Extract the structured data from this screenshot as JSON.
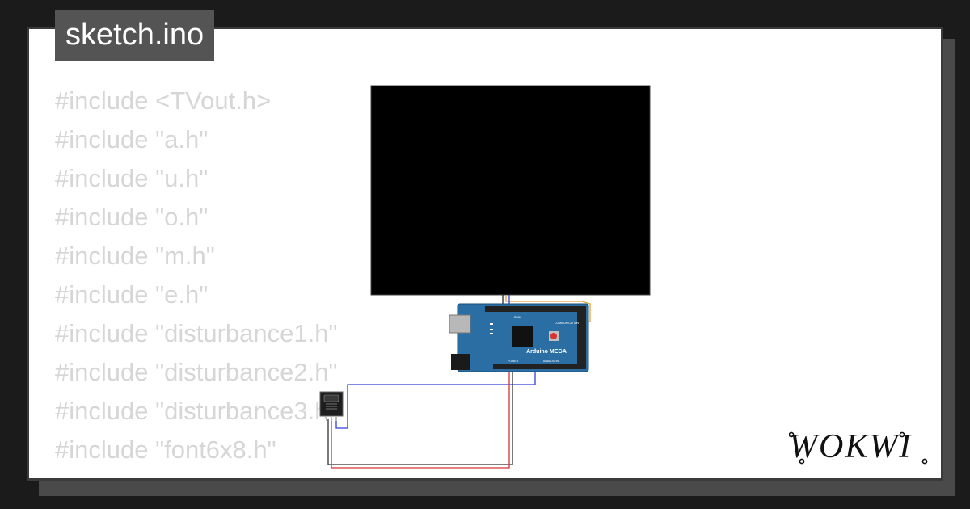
{
  "tab": {
    "filename": "sketch.ino"
  },
  "code": {
    "lines": [
      "#include <TVout.h>",
      "#include \"a.h\"",
      "#include \"u.h\"",
      "#include \"o.h\"",
      "#include \"m.h\"",
      "#include \"e.h\"",
      "#include \"disturbance1.h\"",
      "#include \"disturbance2.h\"",
      "#include \"disturbance3.h\"",
      "#include \"font6x8.h\""
    ]
  },
  "board": {
    "name": "Arduino MEGA",
    "header_labels": [
      "PWM",
      "COMMUNICATION",
      "POWER",
      "ANALOG IN"
    ]
  },
  "brand": {
    "name": "WOKWI"
  },
  "colors": {
    "background": "#1b1b1b",
    "card": "#ffffff",
    "tab": "#545454",
    "code_text": "#d6d6d6",
    "board": "#2a6ea3",
    "wire_blue": "#3340d6",
    "wire_red": "#d63333",
    "wire_black": "#333333",
    "wire_orange": "#e6a23c"
  },
  "icons": {
    "brand_logo": "wokwi-logo-icon"
  }
}
